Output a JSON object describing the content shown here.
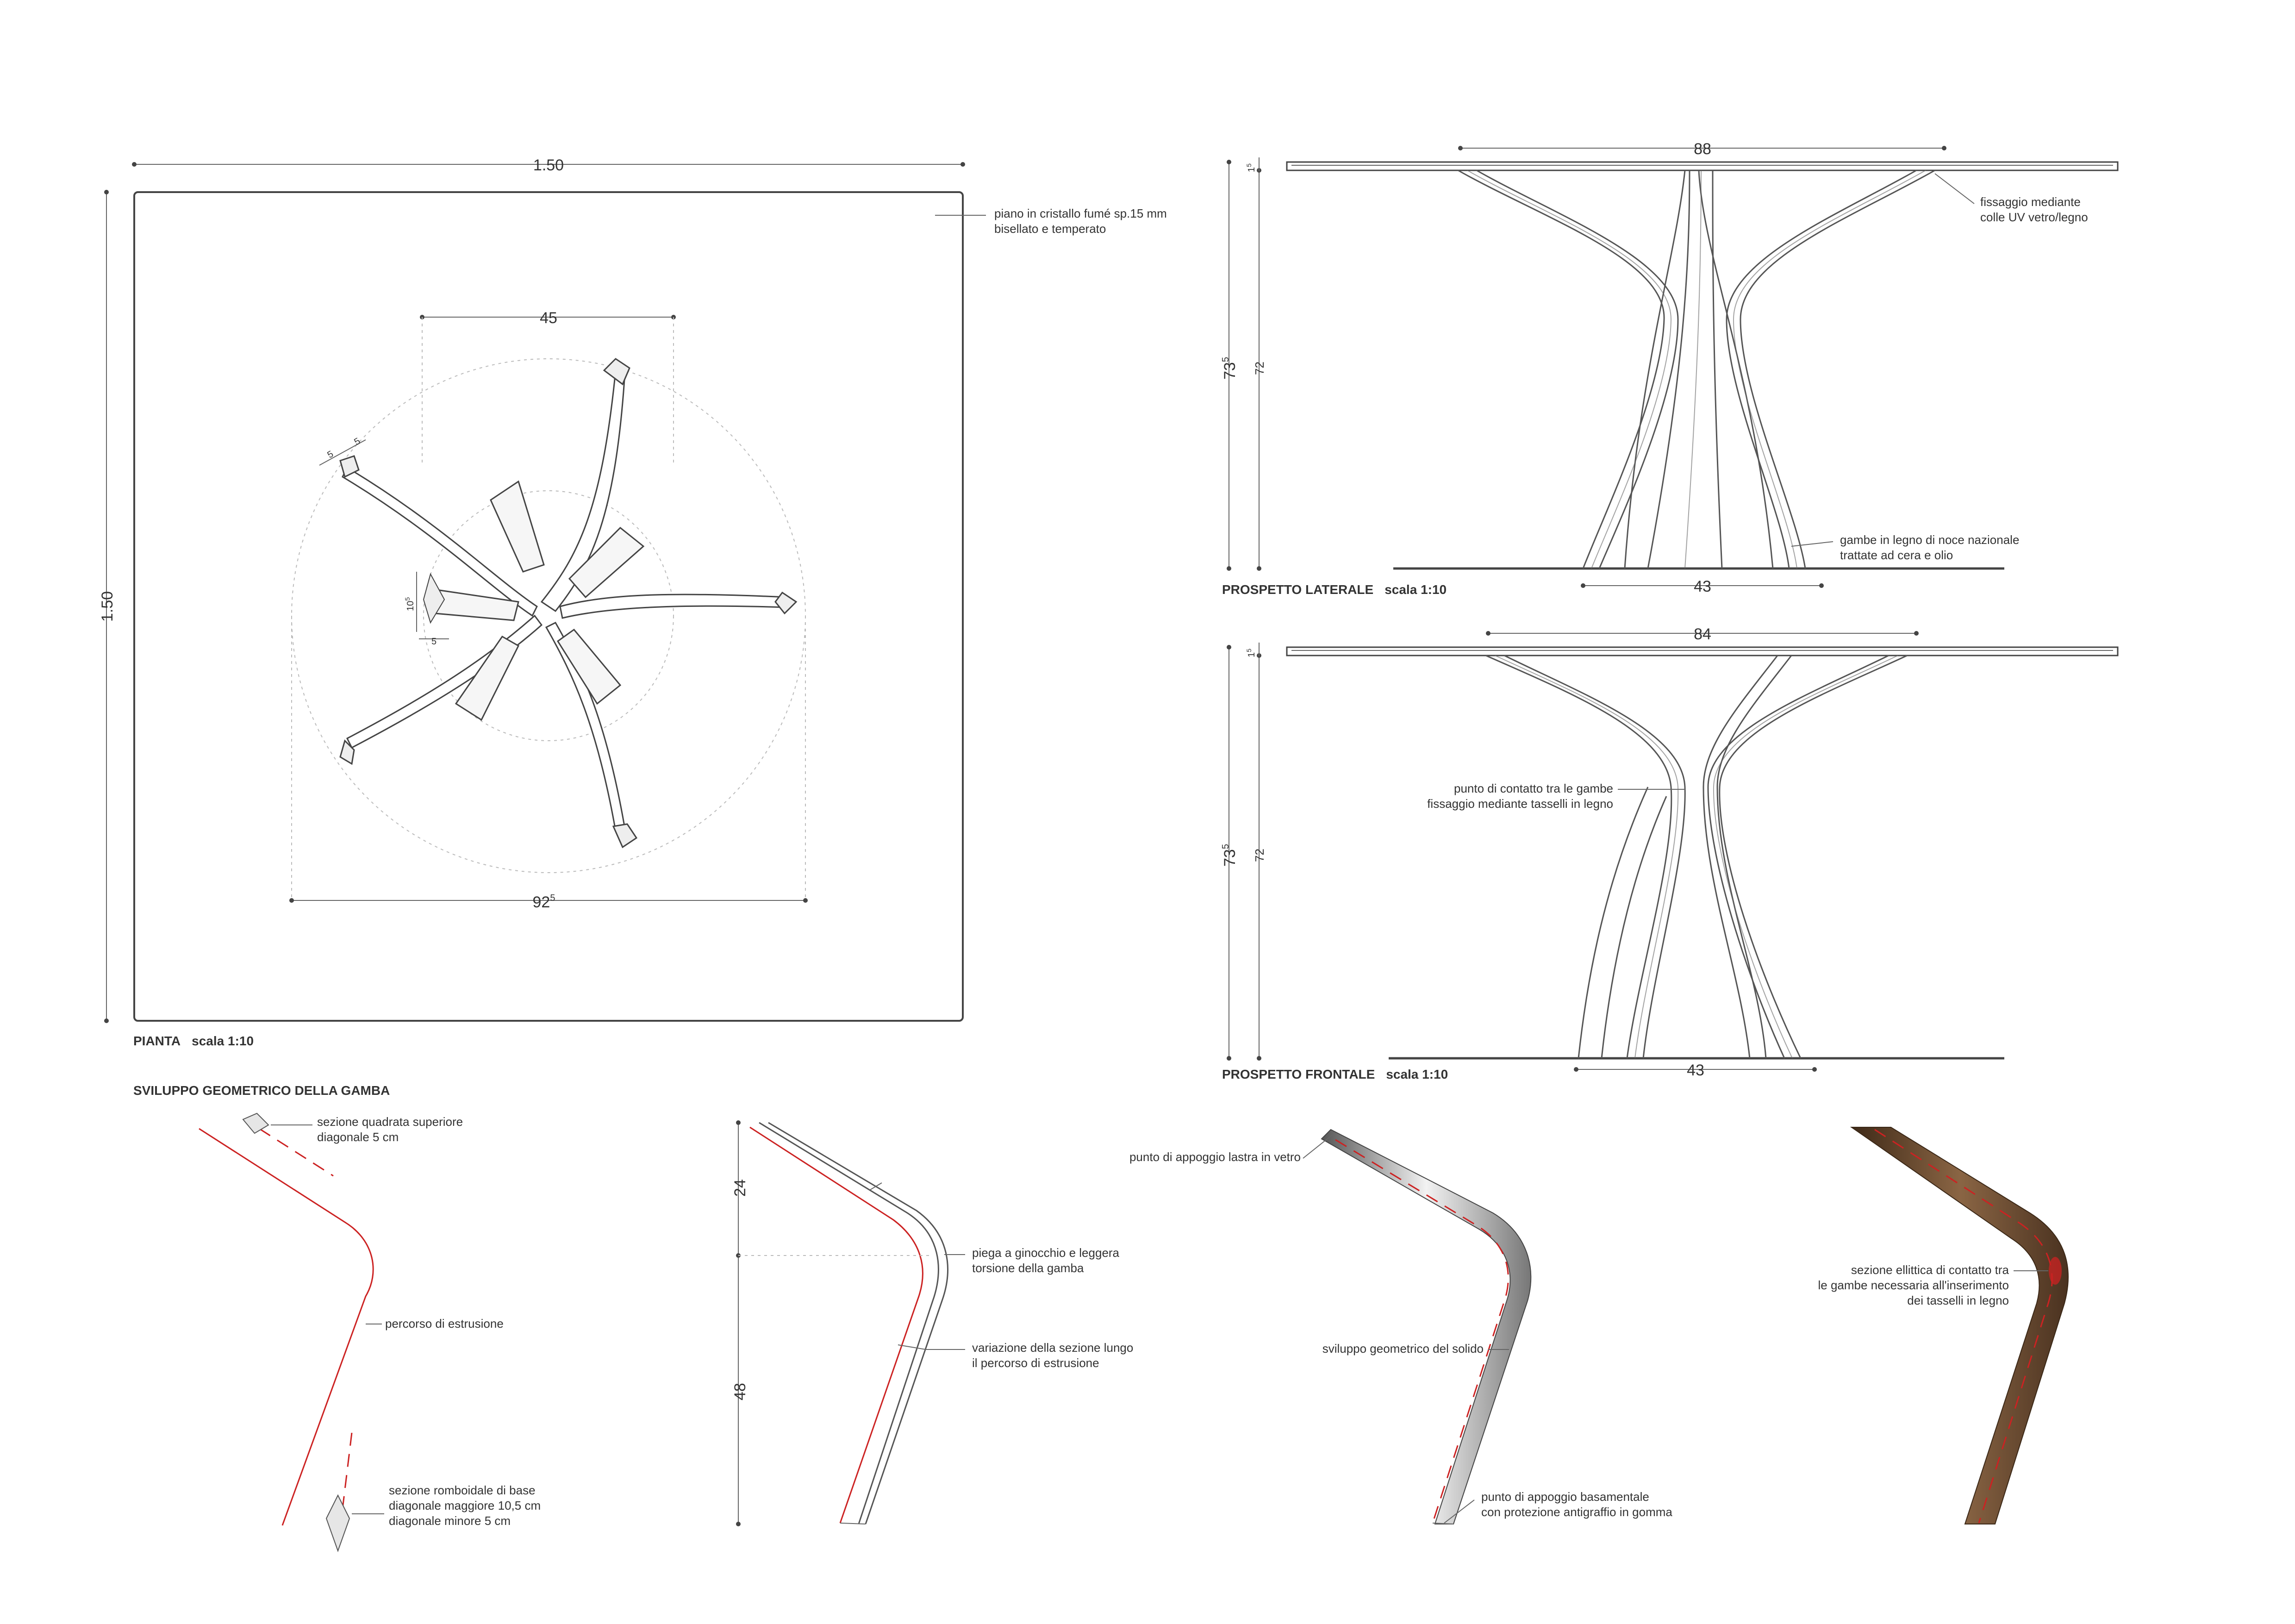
{
  "colors": {
    "line": "#444444",
    "red": "#cc2222",
    "guide": "#bbbbbb",
    "wood": "#6b4a2e"
  },
  "plan": {
    "title": "PIANTA",
    "scale": "scala 1:10",
    "dim_width": "1.50",
    "dim_height": "1.50",
    "dim_inner": "45",
    "dim_base": "92",
    "dim_base_sup": "5",
    "dim_small_a": "5",
    "dim_small_b": "5",
    "dim_rhomb_h": "10",
    "dim_rhomb_h_sup": "5",
    "dim_rhomb_w": "5",
    "annotation_glass": [
      "piano in cristallo fumé sp.15 mm",
      "bisellato e temperato"
    ]
  },
  "lateral": {
    "title": "PROSPETTO LATERALE",
    "scale": "scala 1:10",
    "dim_top": "88",
    "dim_bottom": "43",
    "dim_total": "73",
    "dim_total_sup": "5",
    "dim_leg": "72",
    "dim_glass": "1",
    "dim_glass_sup": "5",
    "annotation_fix": [
      "fissaggio mediante",
      "colle UV vetro/legno"
    ],
    "annotation_legs": [
      "gambe in legno di noce nazionale",
      "trattate ad cera e olio"
    ]
  },
  "frontal": {
    "title": "PROSPETTO FRONTALE",
    "scale": "scala 1:10",
    "dim_top": "84",
    "dim_bottom": "43",
    "dim_total": "73",
    "dim_total_sup": "5",
    "dim_leg": "72",
    "dim_glass": "1",
    "dim_glass_sup": "5",
    "annotation_contact": [
      "punto di contatto tra le gambe",
      "fissaggio mediante tasselli in legno"
    ]
  },
  "development": {
    "title": "SVILUPPO GEOMETRICO DELLA GAMBA",
    "step1": {
      "top_section": [
        "sezione quadrata superiore",
        "diagonale 5 cm"
      ],
      "path": "percorso di estrusione",
      "base_section": [
        "sezione romboidale di base",
        "diagonale maggiore 10,5 cm",
        "diagonale minore 5 cm"
      ]
    },
    "step2": {
      "dim_upper": "24",
      "dim_lower": "48",
      "knee": [
        "piega a ginocchio e leggera",
        "torsione della gamba"
      ],
      "variation": [
        "variazione della sezione lungo",
        "il percorso di estrusione"
      ]
    },
    "step3": {
      "glass_support": "punto di appoggio lastra in vetro",
      "solid": "sviluppo geometrico del solido",
      "base_support": [
        "punto di appoggio basamentale",
        "con protezione antigraffio in gomma"
      ]
    },
    "step4": {
      "elliptic": [
        "sezione ellittica di contatto tra",
        "le gambe necessaria all'inserimento",
        "dei tasselli in legno"
      ]
    }
  }
}
